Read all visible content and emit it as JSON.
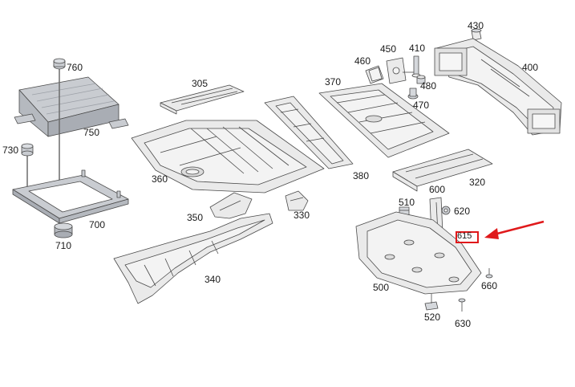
{
  "diagram": {
    "highlight_color": "#e0191b",
    "part_fill": "#eaeaea",
    "part_stroke": "#4a4a4a",
    "grey_part_fill": "#c9ccd1",
    "labels": {
      "p760": "760",
      "p750": "750",
      "p730": "730",
      "p700": "700",
      "p710": "710",
      "p305": "305",
      "p360": "360",
      "p350": "350",
      "p330": "330",
      "p340": "340",
      "p370": "370",
      "p380": "380",
      "p460": "460",
      "p450": "450",
      "p410": "410",
      "p480": "480",
      "p470": "470",
      "p430": "430",
      "p400": "400",
      "p320": "320",
      "p510": "510",
      "p600": "600",
      "p620": "620",
      "p615": "615",
      "p500": "500",
      "p660": "660",
      "p520": "520",
      "p630": "630"
    }
  }
}
